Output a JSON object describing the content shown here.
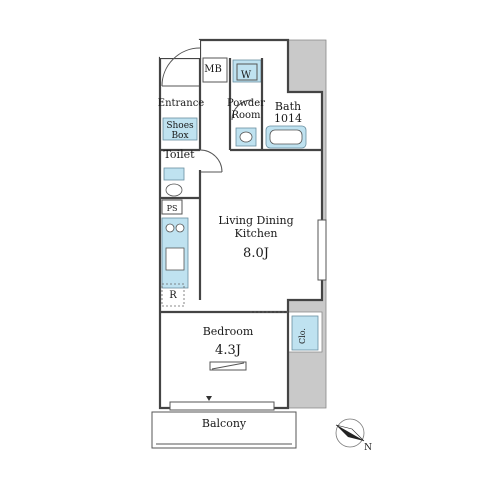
{
  "rooms": {
    "mb": "MB",
    "entrance": "Entrance",
    "shoes_box_line1": "Shoes",
    "shoes_box_line2": "Box",
    "powder_line1": "Powder",
    "powder_line2": "Room",
    "washer": "W",
    "bath_line1": "Bath",
    "bath_line2": "1014",
    "toilet": "Toilet",
    "ps": "PS",
    "ldk_line1": "Living Dining",
    "ldk_line2": "Kitchen",
    "ldk_size": "8.0J",
    "refrigerator": "R",
    "bedroom": "Bedroom",
    "bedroom_size": "4.3J",
    "closet": "Clo.",
    "balcony": "Balcony"
  },
  "compass": {
    "north": "N"
  },
  "colors": {
    "fixture": "#bfe2f0",
    "exterior": "#c9c9c9",
    "wall": "#444444"
  }
}
